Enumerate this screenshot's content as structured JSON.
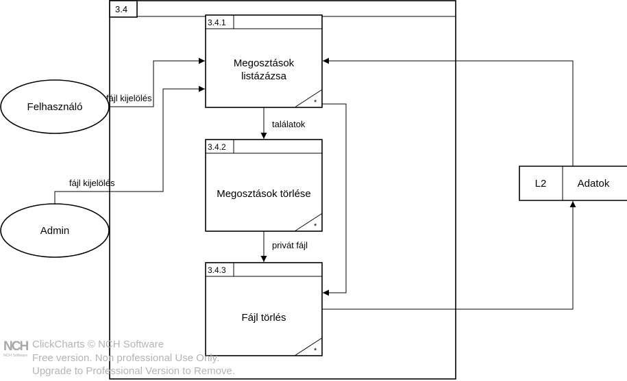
{
  "diagram": {
    "frame_id": "3.4",
    "processes": [
      {
        "id": "3.4.1",
        "title_line1": "Megosztások",
        "title_line2": "listázázsa",
        "marker": "*"
      },
      {
        "id": "3.4.2",
        "title": "Megosztások törlése",
        "marker": "*"
      },
      {
        "id": "3.4.3",
        "title": "Fájl törlés",
        "marker": "*"
      }
    ],
    "entities": [
      {
        "name": "Felhasználó"
      },
      {
        "name": "Admin"
      }
    ],
    "datastore": {
      "id": "L2",
      "name": "Adatok"
    },
    "flows": {
      "user_select": "fájl kijelölés",
      "admin_select": "fájl kijelölés",
      "results": "találatok",
      "private_file": "privát fájl"
    }
  },
  "watermark": {
    "logo_text": "NCH",
    "logo_subtext": "NCH Software",
    "line1": "ClickCharts © NCH Software",
    "line2": "Free version. Non professional Use Only.",
    "line3": "Upgrade to Professional Version to Remove."
  }
}
